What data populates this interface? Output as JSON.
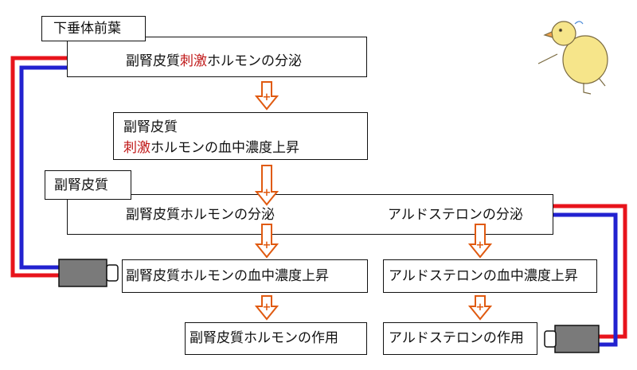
{
  "pituitary": {
    "label": "下垂体前葉",
    "secretion": {
      "highlight": "刺激",
      "pre": "副腎皮質",
      "post": "ホルモンの分泌"
    }
  },
  "blood_acth": {
    "line1": "副腎皮質",
    "highlight": "刺激",
    "post": "ホルモンの血中濃度上昇"
  },
  "adrenal": {
    "label": "副腎皮質",
    "cortisol_secretion": "副腎皮質ホルモンの分泌",
    "aldosterone_secretion": "アルドステロンの分泌"
  },
  "cortisol": {
    "blood": "副腎皮質ホルモンの血中濃度上昇",
    "action": "副腎皮質ホルモンの作用"
  },
  "aldosterone": {
    "blood": "アルドステロンの血中濃度上昇",
    "action": "アルドステロンの作用"
  },
  "arrow_sign": "+",
  "colors": {
    "arrow": "#e05a10",
    "red_line": "#e8141c",
    "blue_line": "#2222d0",
    "sensor": "#7a7a7a"
  }
}
